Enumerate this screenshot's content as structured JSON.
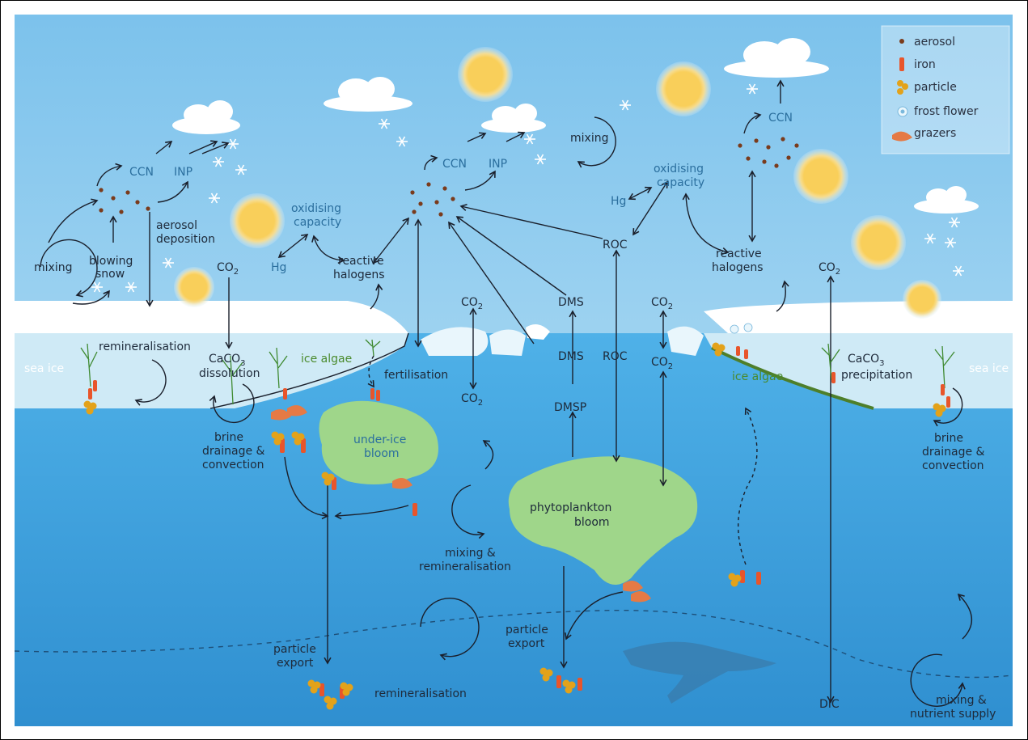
{
  "legend": {
    "items": [
      {
        "key": "aerosol",
        "label": "aerosol",
        "icon": "brown-dot-icon",
        "color": "#7a3b1c"
      },
      {
        "key": "iron",
        "label": "iron",
        "icon": "orange-rod-icon",
        "color": "#e8552b"
      },
      {
        "key": "particle",
        "label": "particle",
        "icon": "yellow-cluster-icon",
        "color": "#e3a21a"
      },
      {
        "key": "frost_flower",
        "label": "frost flower",
        "icon": "frost-flower-icon",
        "color": "#a8d8f0"
      },
      {
        "key": "grazers",
        "label": "grazers",
        "icon": "krill-icon",
        "color": "#e57a45"
      }
    ]
  },
  "labels": {
    "snow_left": "snow",
    "snow_right": "snow",
    "sea_ice_left": "sea ice",
    "sea_ice_right": "sea ice",
    "ccn_left": "CCN",
    "inp_left": "INP",
    "ccn_mid": "CCN",
    "inp_mid": "INP",
    "ccn_right": "CCN",
    "mixing_top_left": "mixing",
    "mixing_top_mid": "mixing",
    "blowing_snow_1": "blowing",
    "blowing_snow_2": "snow",
    "aerosol_dep_1": "aerosol",
    "aerosol_dep_2": "deposition",
    "oxid_left_1": "oxidising",
    "oxid_left_2": "capacity",
    "oxid_right_1": "oxidising",
    "oxid_right_2": "capacity",
    "hg_left": "Hg",
    "hg_right": "Hg",
    "react_hal_left_1": "reactive",
    "react_hal_left_2": "halogens",
    "react_hal_right_1": "reactive",
    "react_hal_right_2": "halogens",
    "co2_left": "CO",
    "co2_mid_top": "CO",
    "co2_mid_bot": "CO",
    "co2_rc_top": "CO",
    "co2_rc_bot": "CO",
    "co2_right": "CO",
    "sub_2": "2",
    "sub_3": "3",
    "roc_top": "ROC",
    "roc_bot": "ROC",
    "dms_top": "DMS",
    "dms_bot": "DMS",
    "dmsp": "DMSP",
    "remin_top": "remineralisation",
    "caco3_diss_1": "CaCO",
    "caco3_diss_2": "dissolution",
    "ice_algae_left": "ice algae",
    "ice_algae_right": "ice algae",
    "fertilisation": "fertilisation",
    "caco3_prec_1": "CaCO",
    "caco3_prec_2": "precipitation",
    "brine_left_1": "brine",
    "brine_left_2": "drainage &",
    "brine_left_3": "convection",
    "brine_right_1": "brine",
    "brine_right_2": "drainage &",
    "brine_right_3": "convection",
    "under_ice_1": "under-ice",
    "under_ice_2": "bloom",
    "phyto_1": "phytoplankton",
    "phyto_2": "bloom",
    "mix_remin_1": "mixing &",
    "mix_remin_2": "remineralisation",
    "particle_export_left_1": "particle",
    "particle_export_left_2": "export",
    "particle_export_mid_1": "particle",
    "particle_export_mid_2": "export",
    "remin_bottom": "remineralisation",
    "dic": "DIC",
    "mix_nutrient_1": "mixing &",
    "mix_nutrient_2": "nutrient supply"
  },
  "colors": {
    "sky": "#8cc9ec",
    "ocean": "#5bb2e6",
    "bloom": "#9fd68a",
    "ice": "#d6eef8",
    "sun": "#f8d15f"
  }
}
